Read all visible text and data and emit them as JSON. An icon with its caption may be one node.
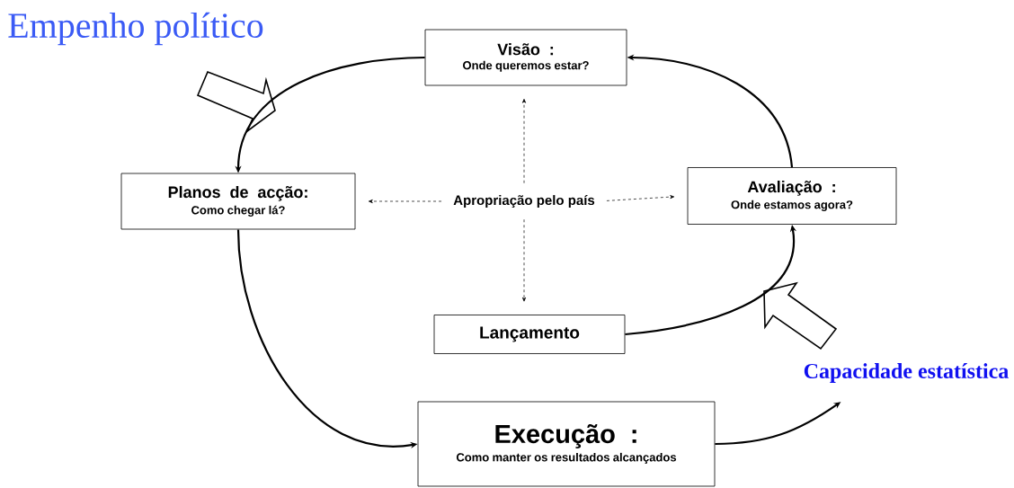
{
  "diagram": {
    "nodes": [
      {
        "text": [
          "Visão :",
          "Onde queremos estar?"
        ]
      },
      {
        "text": [
          "Planos de acção:",
          "Como chegar lá?"
        ]
      },
      {
        "text": [
          "Apropriação pelo país"
        ]
      },
      {
        "text": [
          "Avaliação :",
          "Onde estamos agora?"
        ]
      },
      {
        "text": [
          "Lançamento"
        ]
      },
      {
        "text": [
          "Execução :",
          "Como manter os resultados alcançados"
        ]
      },
      {
        "text": [
          "Capacidade estatística"
        ]
      }
    ],
    "edges": [
      {
        "from": 0,
        "to": 1,
        "arrow": "to"
      },
      {
        "from": 1,
        "to": 5,
        "arrow": "to"
      },
      {
        "from": 4,
        "to": 3,
        "arrow": "to"
      },
      {
        "from": 3,
        "to": 0,
        "arrow": "to"
      },
      {
        "from": 5,
        "to": 6,
        "arrow": "to"
      },
      {
        "from": 2,
        "to": 0,
        "arrow": "to",
        "style": "dashed"
      },
      {
        "from": 2,
        "to": 1,
        "arrow": "to",
        "style": "dashed"
      },
      {
        "from": 2,
        "to": 3,
        "arrow": "to",
        "style": "dashed"
      },
      {
        "from": 2,
        "to": 4,
        "arrow": "to",
        "style": "dashed"
      }
    ],
    "labels": [
      "Empenho político"
    ]
  }
}
